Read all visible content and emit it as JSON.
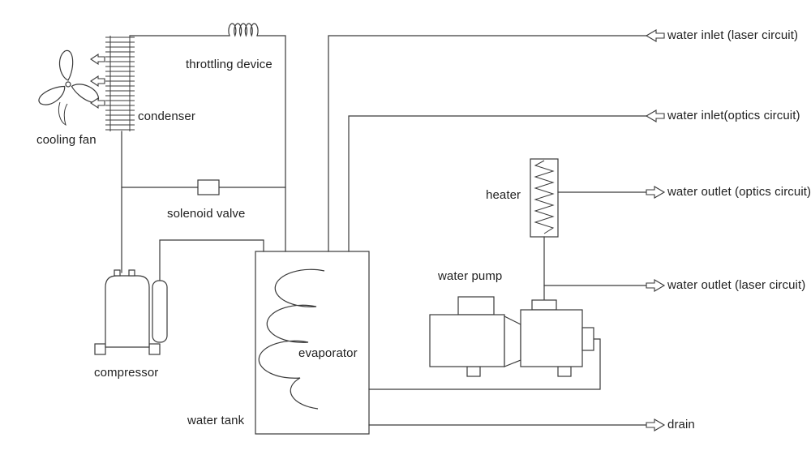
{
  "diagram": {
    "labels": {
      "cooling_fan": "cooling fan",
      "condenser": "condenser",
      "throttling_device": "throttling device",
      "solenoid_valve": "solenoid valve",
      "compressor": "compressor",
      "water_tank": "water tank",
      "evaporator": "evaporator",
      "water_pump": "water pump",
      "heater": "heater"
    },
    "ports": [
      {
        "label": "water inlet (laser circuit)",
        "direction": "in"
      },
      {
        "label": "water inlet(optics circuit)",
        "direction": "in"
      },
      {
        "label": "water outlet (optics circuit)",
        "direction": "out"
      },
      {
        "label": "water outlet (laser circuit)",
        "direction": "out"
      },
      {
        "label": "drain",
        "direction": "out"
      }
    ],
    "colors": {
      "line": "#3a3a3a",
      "text": "#1f1f1f",
      "background": "#ffffff"
    }
  }
}
